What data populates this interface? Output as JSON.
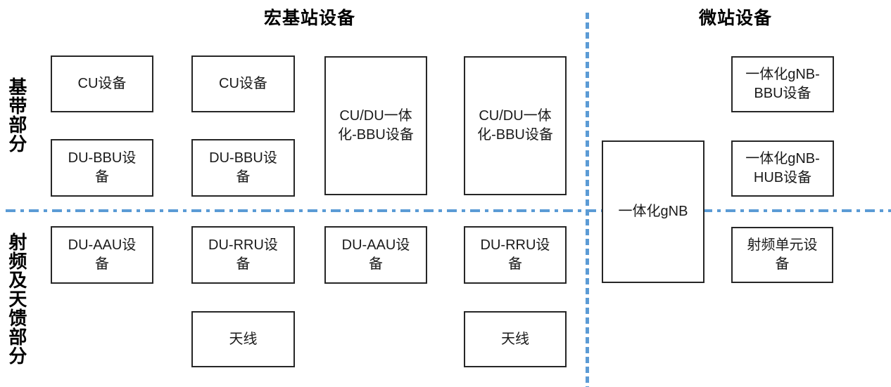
{
  "headers": {
    "macro": "宏基站设备",
    "micro": "微站设备"
  },
  "side_labels": {
    "baseband": "基带部分",
    "rf_antenna": "射频及天馈部分"
  },
  "colors": {
    "divider_blue": "#5B9BD5",
    "box_border": "#262626",
    "text": "#1a1a1a"
  },
  "boxes": {
    "cu_1": {
      "label": "CU设备"
    },
    "cu_2": {
      "label": "CU设备"
    },
    "cudu_bbu_1": {
      "label": [
        "CU/DU一体",
        "化-BBU设备"
      ]
    },
    "cudu_bbu_2": {
      "label": [
        "CU/DU一体",
        "化-BBU设备"
      ]
    },
    "du_bbu_1": {
      "label": [
        "DU-BBU设",
        "备"
      ]
    },
    "du_bbu_2": {
      "label": [
        "DU-BBU设",
        "备"
      ]
    },
    "gnb": {
      "label": "一体化gNB"
    },
    "gnb_bbu": {
      "label": [
        "一体化gNB-",
        "BBU设备"
      ]
    },
    "gnb_hub": {
      "label": [
        "一体化gNB-",
        "HUB设备"
      ]
    },
    "du_aau_1": {
      "label": [
        "DU-AAU设",
        "备"
      ]
    },
    "du_rru_1": {
      "label": [
        "DU-RRU设",
        "备"
      ]
    },
    "du_aau_2": {
      "label": [
        "DU-AAU设",
        "备"
      ]
    },
    "du_rru_2": {
      "label": [
        "DU-RRU设",
        "备"
      ]
    },
    "rf_unit": {
      "label": [
        "射频单元设",
        "备"
      ]
    },
    "antenna_1": {
      "label": "天线"
    },
    "antenna_2": {
      "label": "天线"
    }
  }
}
